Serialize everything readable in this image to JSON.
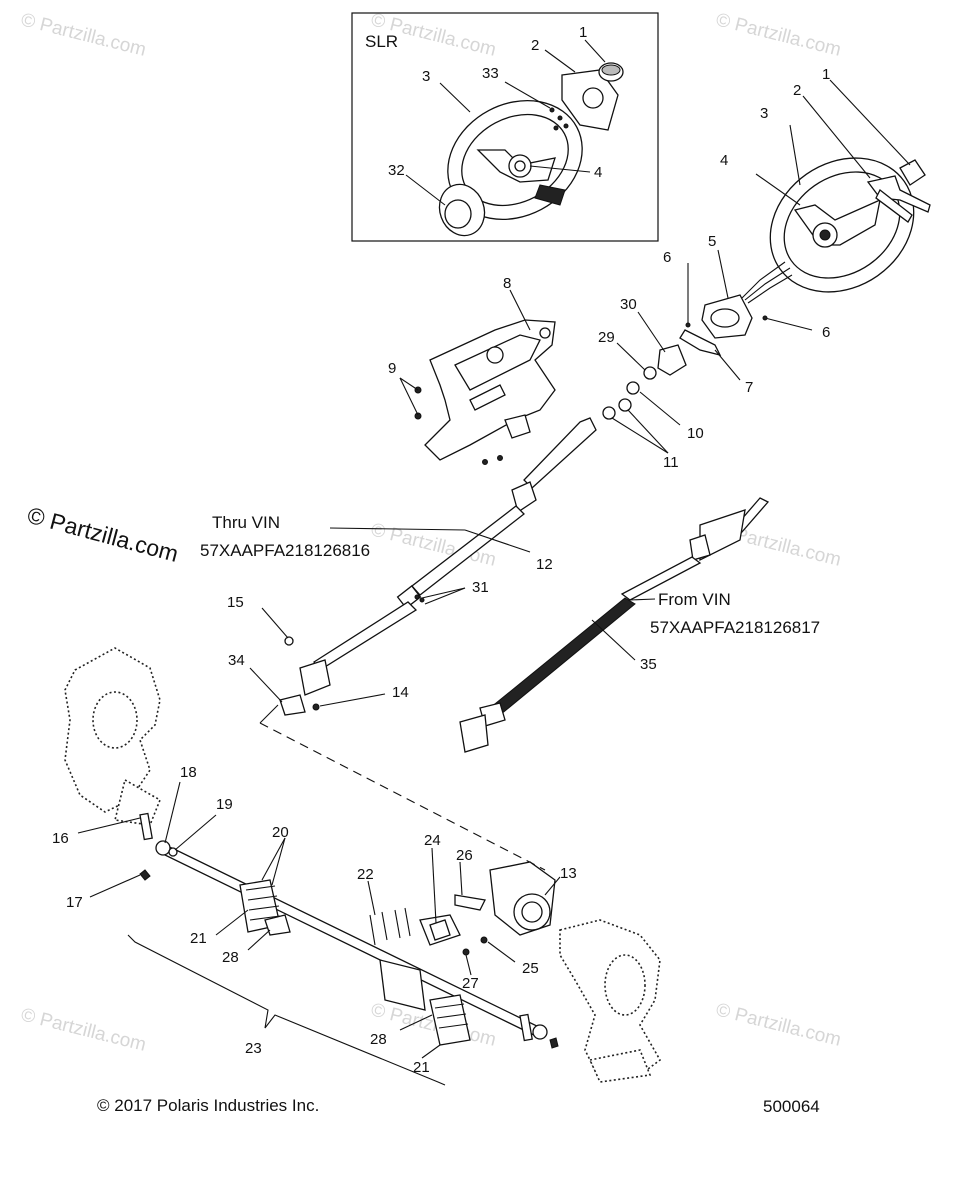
{
  "diagram": {
    "inset_label": "SLR",
    "copyright": "© 2017 Polaris Industries Inc.",
    "diagram_number": "500064",
    "watermark_text": "© Partzilla.com",
    "thru_vin_label": "Thru VIN",
    "thru_vin_number": "57XAAPFA218126816",
    "from_vin_label": "From VIN",
    "from_vin_number": "57XAAPFA218126817",
    "callouts": {
      "c1a": "1",
      "c2a": "2",
      "c3a": "3",
      "c33": "33",
      "c4a": "4",
      "c32": "32",
      "c1b": "1",
      "c2b": "2",
      "c3b": "3",
      "c4b": "4",
      "c5": "5",
      "c6a": "6",
      "c6b": "6",
      "c7": "7",
      "c8": "8",
      "c9": "9",
      "c29": "29",
      "c30": "30",
      "c10": "10",
      "c11": "11",
      "c12": "12",
      "c31": "31",
      "c15": "15",
      "c34": "34",
      "c14": "14",
      "c35": "35",
      "c18": "18",
      "c19": "19",
      "c16": "16",
      "c17": "17",
      "c20": "20",
      "c21a": "21",
      "c28a": "28",
      "c22": "22",
      "c24": "24",
      "c26": "26",
      "c13": "13",
      "c27": "27",
      "c25": "25",
      "c23": "23",
      "c28b": "28",
      "c21b": "21"
    }
  }
}
